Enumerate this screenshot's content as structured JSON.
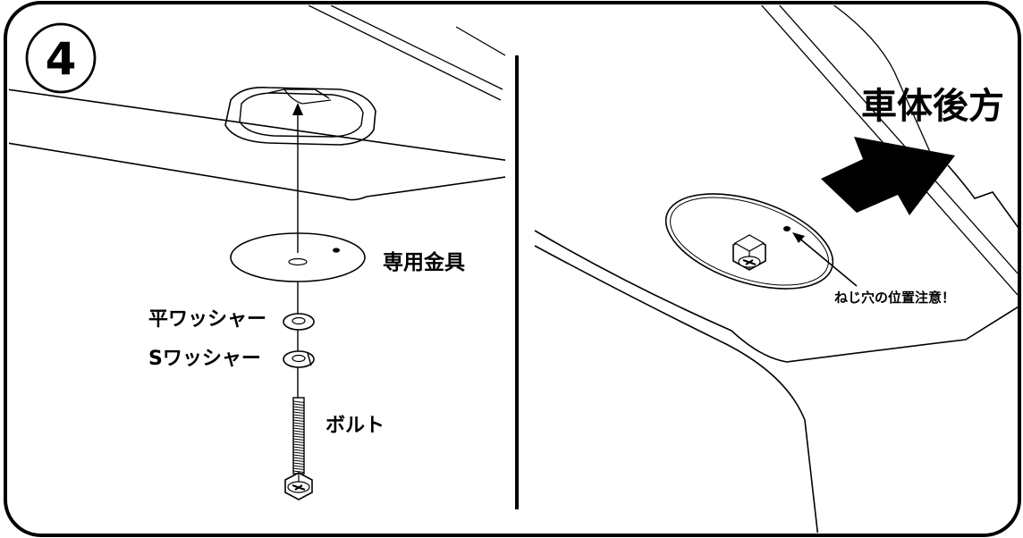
{
  "step": {
    "number": "4"
  },
  "left_panel": {
    "labels": {
      "bracket": "専用金具",
      "flat_washer": "平ワッシャー",
      "spring_washer": "Sワッシャー",
      "bolt": "ボルト"
    }
  },
  "right_panel": {
    "direction_label": "車体後方",
    "hole_note": "ねじ穴の位置注意！"
  }
}
